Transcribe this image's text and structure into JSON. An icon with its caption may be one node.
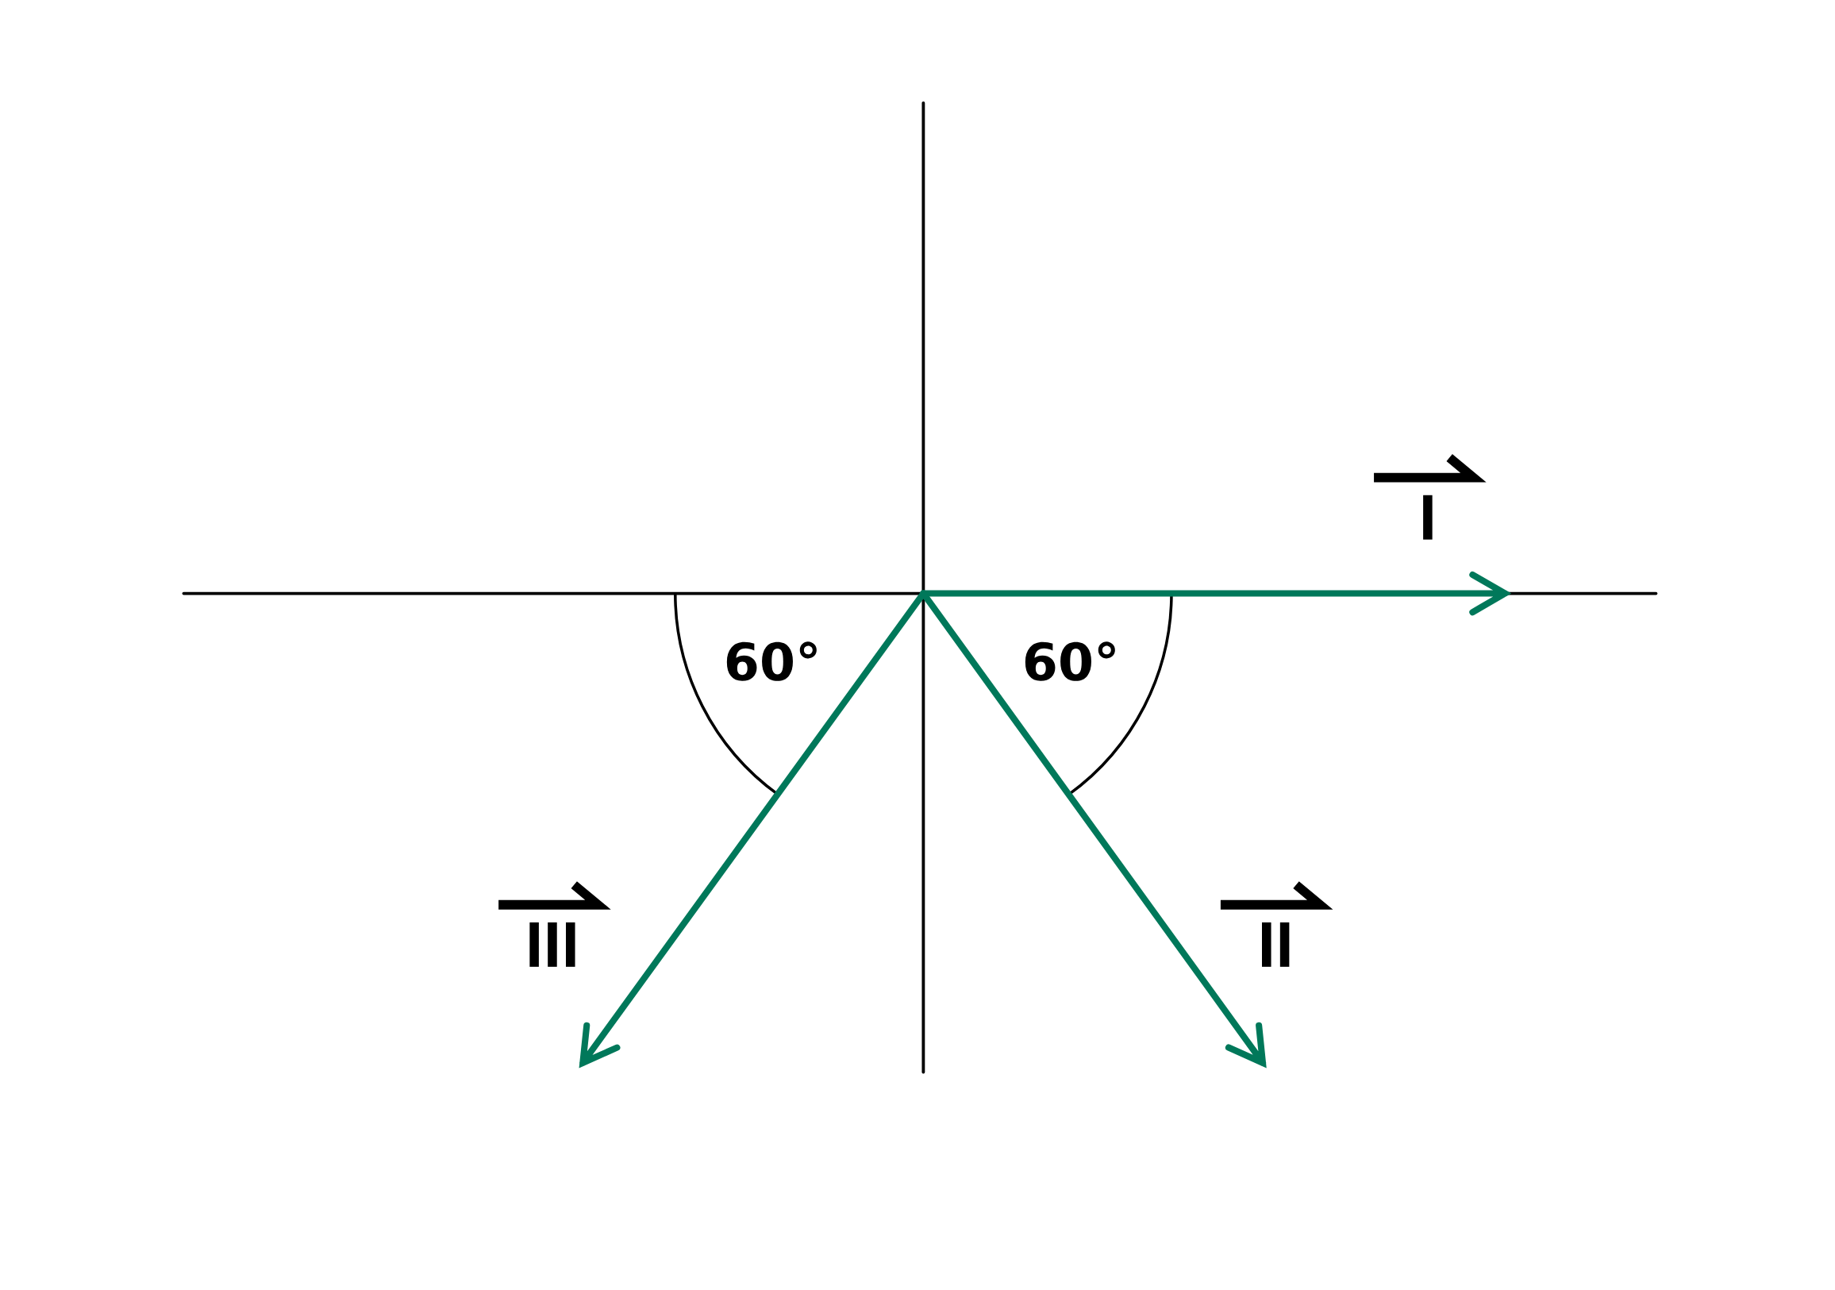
{
  "diagram": {
    "labels": [
      "I",
      "60°",
      "60°",
      "III",
      "II"
    ]
  }
}
